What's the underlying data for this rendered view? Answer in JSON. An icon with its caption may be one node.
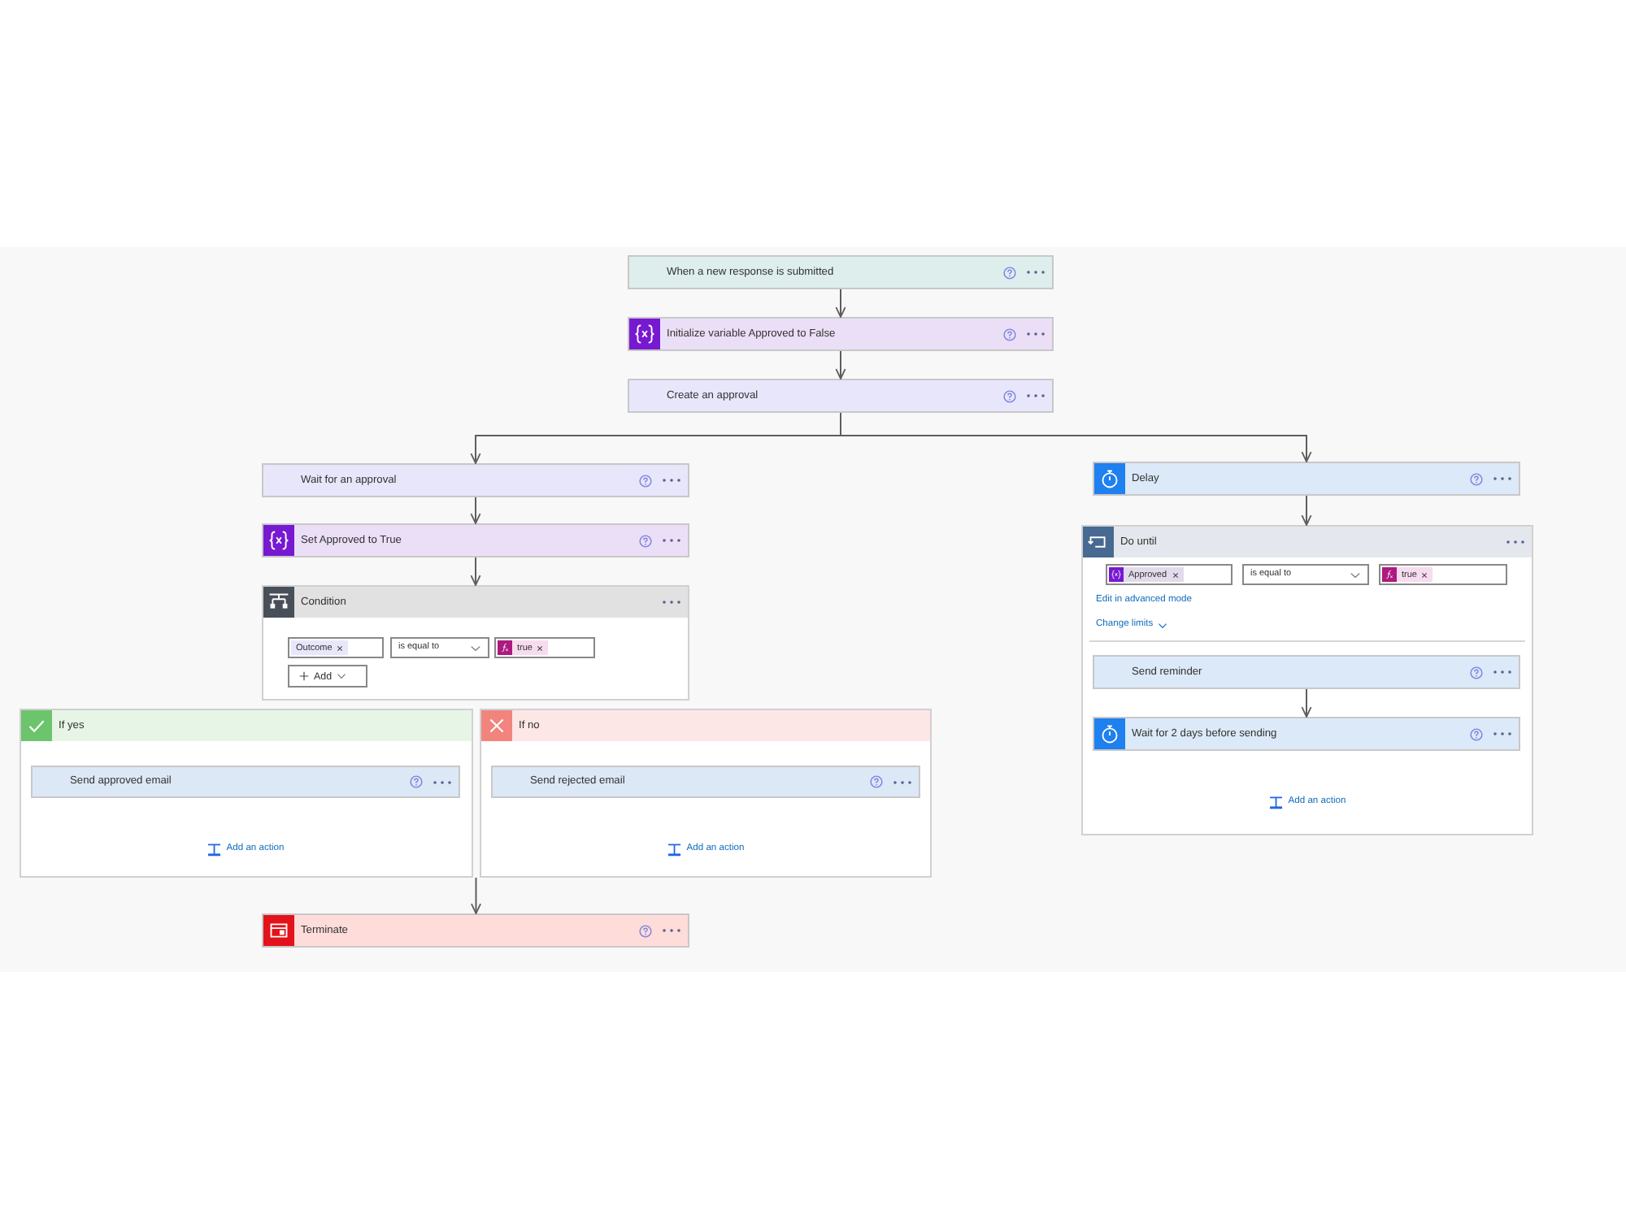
{
  "diagram": {
    "nodes": [
      {
        "text": [
          "When a new response is submitted"
        ]
      },
      {
        "text": [
          "Initialize variable Approved to False"
        ]
      },
      {
        "text": [
          "Create an approval"
        ]
      },
      {
        "text": [
          "Wait for an approval"
        ]
      },
      {
        "text": [
          "Set Approved to True"
        ]
      },
      {
        "text": [
          "Condition"
        ]
      },
      {
        "text": [
          "Outcome"
        ],
        "in": 5
      },
      {
        "text": [
          "is equal to"
        ],
        "in": 5
      },
      {
        "text": [
          "true"
        ],
        "in": 5
      },
      {
        "text": [
          "Add"
        ],
        "in": 5
      },
      {
        "text": [
          "If yes",
          "Add an action"
        ]
      },
      {
        "text": [
          "Send approved email"
        ],
        "in": 10
      },
      {
        "text": [
          "If no",
          "Add an action"
        ]
      },
      {
        "text": [
          "Send rejected email"
        ],
        "in": 12
      },
      {
        "text": [
          "Terminate"
        ]
      },
      {
        "text": [
          "Delay"
        ]
      },
      {
        "text": [
          "Do until",
          "Edit in advanced mode",
          "Change limits",
          "Add an action"
        ]
      },
      {
        "text": [
          "Approved"
        ],
        "in": 16
      },
      {
        "text": [
          "is equal to"
        ],
        "in": 16
      },
      {
        "text": [
          "true"
        ],
        "in": 16
      },
      {
        "text": [
          "Send reminder"
        ],
        "in": 16
      },
      {
        "text": [
          "Wait for 2 days before sending"
        ],
        "in": 16
      }
    ],
    "edges": [
      {
        "from": 0,
        "to": 1,
        "arrow": "to"
      },
      {
        "from": 1,
        "to": 2,
        "arrow": "to"
      },
      {
        "from": 2,
        "to": 3,
        "arrow": "to"
      },
      {
        "from": 2,
        "to": 15,
        "arrow": "to"
      },
      {
        "from": 3,
        "to": 4,
        "arrow": "to"
      },
      {
        "from": 4,
        "to": 5,
        "arrow": "to"
      },
      {
        "from": 10,
        "to": 14,
        "arrow": "to"
      },
      {
        "from": 12,
        "to": 14,
        "arrow": "to"
      },
      {
        "from": 15,
        "to": 16,
        "arrow": "to"
      },
      {
        "from": 20,
        "to": 21,
        "arrow": "to"
      }
    ]
  }
}
